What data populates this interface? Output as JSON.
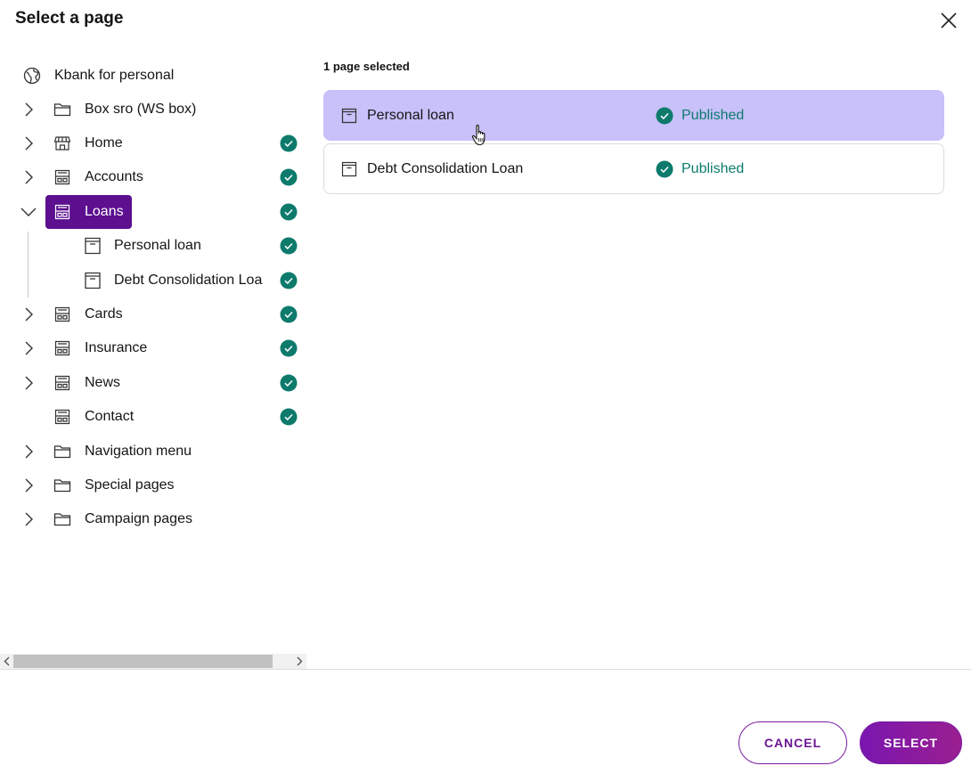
{
  "dialog": {
    "title": "Select a page",
    "close_icon": "close-icon"
  },
  "tree": {
    "items": [
      {
        "label": "Kbank for personal",
        "icon": "globe-icon",
        "expandable": false,
        "published": false
      },
      {
        "label": "Box sro (WS box)",
        "icon": "folder-icon",
        "expandable": true,
        "published": false
      },
      {
        "label": "Home",
        "icon": "storefront-icon",
        "expandable": true,
        "published": true
      },
      {
        "label": "Accounts",
        "icon": "page-layout-icon",
        "expandable": true,
        "published": true
      },
      {
        "label": "Loans",
        "icon": "page-layout-icon",
        "expandable": true,
        "expanded": true,
        "selected": true,
        "published": true
      },
      {
        "label": "Personal loan",
        "icon": "page-icon",
        "child": true,
        "published": true
      },
      {
        "label": "Debt Consolidation Loa",
        "icon": "page-icon",
        "child": true,
        "published": true
      },
      {
        "label": "Cards",
        "icon": "page-layout-icon",
        "expandable": true,
        "published": true
      },
      {
        "label": "Insurance",
        "icon": "page-layout-icon",
        "expandable": true,
        "published": true
      },
      {
        "label": "News",
        "icon": "page-layout-icon",
        "expandable": true,
        "published": true
      },
      {
        "label": "Contact",
        "icon": "page-layout-icon",
        "expandable": false,
        "published": true
      },
      {
        "label": "Navigation menu",
        "icon": "folder-icon",
        "expandable": true,
        "published": false
      },
      {
        "label": "Special pages",
        "icon": "folder-icon",
        "expandable": true,
        "published": false
      },
      {
        "label": "Campaign pages",
        "icon": "folder-icon",
        "expandable": true,
        "published": false
      }
    ]
  },
  "selection": {
    "count_text": "1 page selected",
    "pages": [
      {
        "name": "Personal loan",
        "status": "Published",
        "active": true
      },
      {
        "name": "Debt Consolidation Loan",
        "status": "Published",
        "active": false
      }
    ]
  },
  "footer": {
    "cancel_label": "CANCEL",
    "select_label": "SELECT"
  },
  "colors": {
    "accent": "#5c0f8f",
    "published": "#0d7a6c",
    "active_row": "#c8c1fa"
  }
}
